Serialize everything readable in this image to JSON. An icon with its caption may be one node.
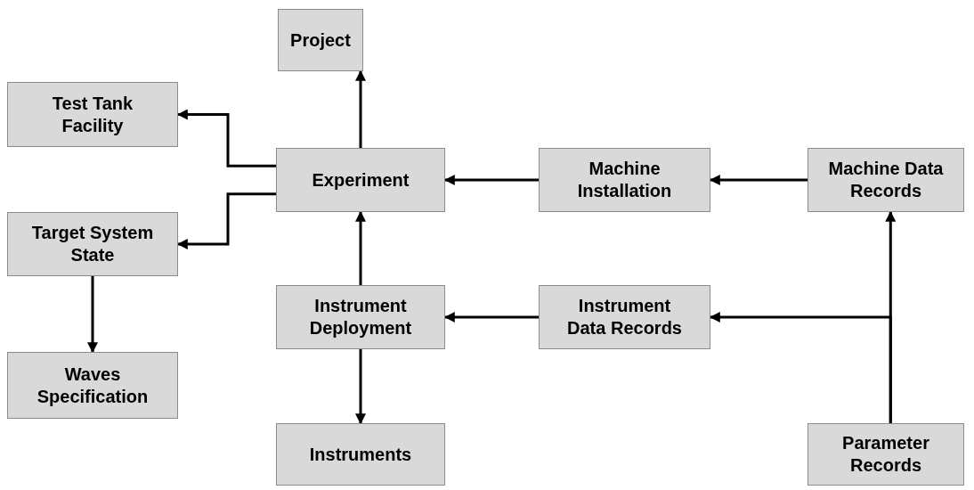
{
  "diagram": {
    "nodes": [
      {
        "text": [
          "Project"
        ]
      },
      {
        "text": [
          "Test Tank Facility"
        ]
      },
      {
        "text": [
          "Experiment"
        ]
      },
      {
        "text": [
          "Machine Installation"
        ]
      },
      {
        "text": [
          "Machine Data Records"
        ]
      },
      {
        "text": [
          "Target System State"
        ]
      },
      {
        "text": [
          "Instrument Deployment"
        ]
      },
      {
        "text": [
          "Instrument Data Records"
        ]
      },
      {
        "text": [
          "Waves Specification"
        ]
      },
      {
        "text": [
          "Instruments"
        ]
      },
      {
        "text": [
          "Parameter Records"
        ]
      }
    ],
    "edges": [
      {
        "from": 2,
        "to": 0,
        "arrow": "to"
      },
      {
        "from": 2,
        "to": 1,
        "arrow": "to"
      },
      {
        "from": 2,
        "to": 5,
        "arrow": "to"
      },
      {
        "from": 3,
        "to": 2,
        "arrow": "to"
      },
      {
        "from": 4,
        "to": 3,
        "arrow": "to"
      },
      {
        "from": 5,
        "to": 8,
        "arrow": "to"
      },
      {
        "from": 6,
        "to": 2,
        "arrow": "to"
      },
      {
        "from": 6,
        "to": 9,
        "arrow": "to"
      },
      {
        "from": 7,
        "to": 6,
        "arrow": "to"
      },
      {
        "from": 10,
        "to": 4,
        "arrow": "to"
      },
      {
        "from": 10,
        "to": 7,
        "arrow": "to"
      }
    ]
  }
}
